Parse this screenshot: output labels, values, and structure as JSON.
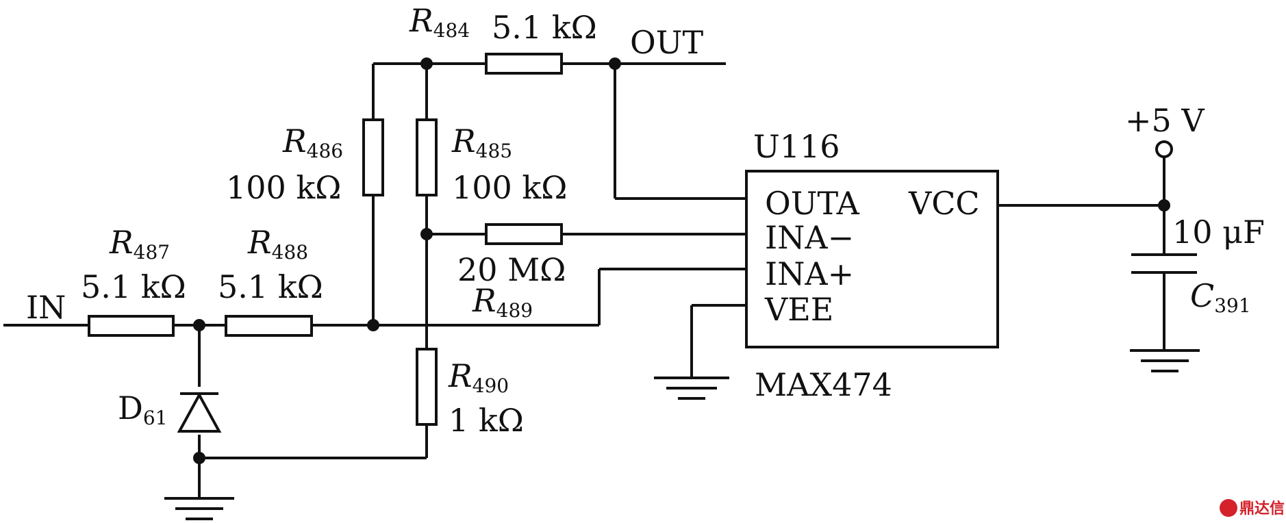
{
  "labels": {
    "r484": {
      "name": "R",
      "sub": "484",
      "value": "5.1 kΩ"
    },
    "r485": {
      "name": "R",
      "sub": "485",
      "value": "100 kΩ"
    },
    "r486": {
      "name": "R",
      "sub": "486",
      "value": "100 kΩ"
    },
    "r487": {
      "name": "R",
      "sub": "487",
      "value": "5.1 kΩ"
    },
    "r488": {
      "name": "R",
      "sub": "488",
      "value": "5.1 kΩ"
    },
    "r489": {
      "name": "R",
      "sub": "489",
      "value": "20 MΩ"
    },
    "r490": {
      "name": "R",
      "sub": "490",
      "value": "1 kΩ"
    },
    "d61": {
      "name": "D",
      "sub": "61"
    },
    "c391": {
      "name": "C",
      "sub": "391",
      "value": "10 μF"
    },
    "out": "OUT",
    "in": "IN",
    "supply": "+5 V"
  },
  "ic": {
    "ref": "U116",
    "part": "MAX474",
    "pins": {
      "outa": "OUTA",
      "vcc": "VCC",
      "ina_minus": "INA−",
      "ina_plus": "INA+",
      "vee": "VEE"
    }
  },
  "watermark": "鼎达信"
}
